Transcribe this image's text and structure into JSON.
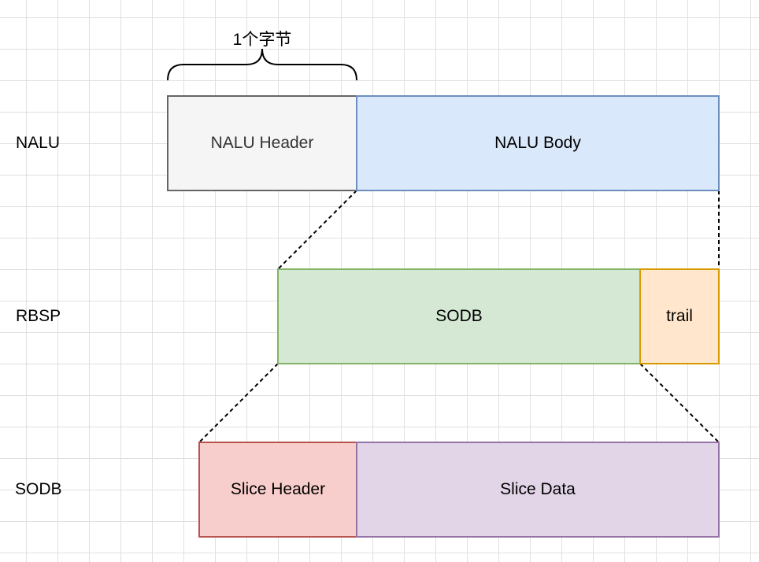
{
  "rows": {
    "nalu": {
      "label": "NALU",
      "header_box": "NALU Header",
      "body_box": "NALU Body"
    },
    "rbsp": {
      "label": "RBSP",
      "sodb_box": "SODB",
      "trail_box": "trail"
    },
    "sodb": {
      "label": "SODB",
      "slice_header_box": "Slice Header",
      "slice_data_box": "Slice Data"
    }
  },
  "brace": {
    "label": "1个字节"
  },
  "colors": {
    "nalu_header_fill": "#f5f5f5",
    "nalu_header_stroke": "#666666",
    "nalu_header_text": "#333333",
    "nalu_body_fill": "#dae8fc",
    "nalu_body_stroke": "#6c8ebf",
    "sodb_fill": "#d5e8d4",
    "sodb_stroke": "#82b366",
    "trail_fill": "#ffe6cc",
    "trail_stroke": "#d79b00",
    "slice_header_fill": "#f8cecc",
    "slice_header_stroke": "#b85450",
    "slice_data_fill": "#e1d5e7",
    "slice_data_stroke": "#9673a6",
    "connector": "#000000",
    "grid": "#e0e0e0"
  }
}
